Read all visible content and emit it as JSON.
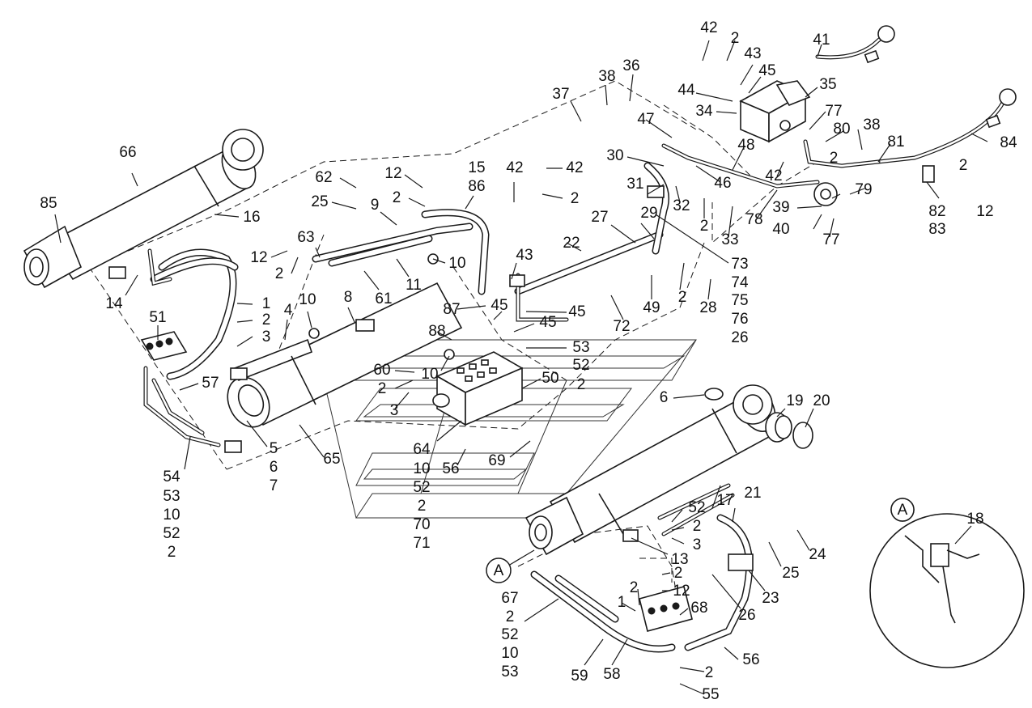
{
  "view_marker": "A",
  "labels": [
    "42",
    "2",
    "43",
    "41",
    "45",
    "44",
    "35",
    "38",
    "36",
    "37",
    "34",
    "77",
    "47",
    "80",
    "38",
    "81",
    "84",
    "30",
    "48",
    "2",
    "42",
    "46",
    "2",
    "12",
    "79",
    "31",
    "32",
    "39",
    "78",
    "82",
    "83",
    "40",
    "77",
    "2",
    "33",
    "66",
    "85",
    "16",
    "62",
    "25",
    "12",
    "2",
    "9",
    "15",
    "86",
    "42",
    "42",
    "2",
    "14",
    "12",
    "63",
    "2",
    "61",
    "11",
    "10",
    "43",
    "22",
    "27",
    "29",
    "73",
    "74",
    "75",
    "76",
    "26",
    "2",
    "28",
    "49",
    "72",
    "45",
    "87",
    "45",
    "45",
    "88",
    "1",
    "2",
    "3",
    "51",
    "4",
    "10",
    "8",
    "60",
    "10",
    "2",
    "3",
    "57",
    "53",
    "52",
    "2",
    "50",
    "6",
    "19",
    "20",
    "5",
    "6",
    "7",
    "65",
    "64",
    "10",
    "52",
    "2",
    "70",
    "71",
    "56",
    "69",
    "54",
    "53",
    "10",
    "52",
    "2",
    "21",
    "17",
    "52",
    "2",
    "3",
    "18",
    "24",
    "25",
    "13",
    "26",
    "23",
    "2",
    "12",
    "2",
    "1",
    "68",
    "67",
    "2",
    "52",
    "10",
    "53",
    "59",
    "58",
    "2",
    "55",
    "56"
  ]
}
